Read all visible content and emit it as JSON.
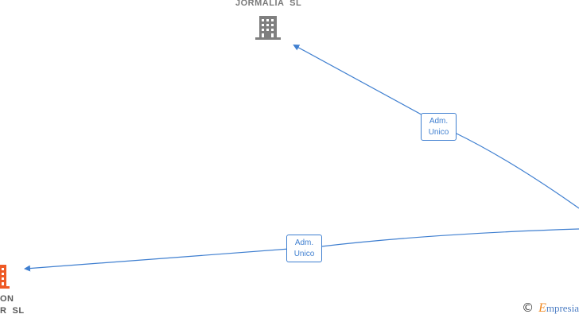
{
  "nodes": {
    "jormalia": {
      "name": "JORMALIA  SL"
    },
    "bottom_left": {
      "line1": "ON",
      "line2": "R  SL"
    }
  },
  "edges": [
    {
      "label_line1": "Adm.",
      "label_line2": "Unico"
    },
    {
      "label_line1": "Adm.",
      "label_line2": "Unico"
    }
  ],
  "colors": {
    "edge": "#3f7fd0",
    "building_gray": "#7f7f7f",
    "building_orange": "#ee5a26",
    "brand_e": "#f08a24"
  },
  "brand": {
    "copyright_symbol": "©",
    "name_initial": "E",
    "name_rest": "mpresia"
  }
}
